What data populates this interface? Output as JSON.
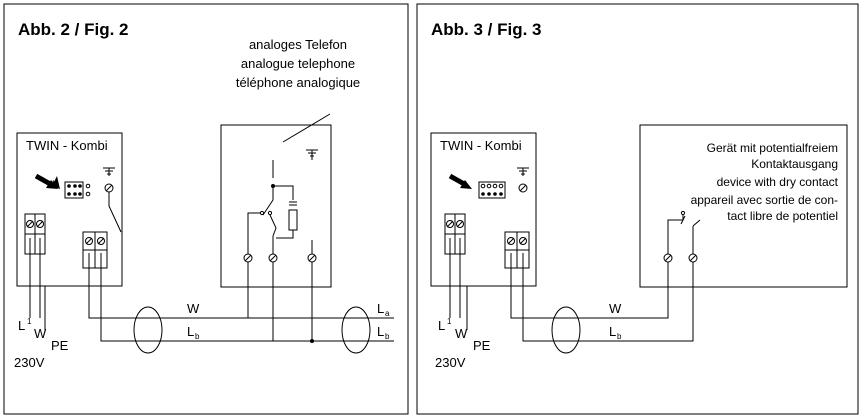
{
  "fig2": {
    "title": "Abb. 2 / Fig. 2",
    "device": "TWIN - Kombi",
    "phone_lines": [
      "analoges Telefon",
      "analogue telephone",
      "téléphone analogique"
    ],
    "label_w": "W",
    "label_lb": "L",
    "label_lb_sub": "b",
    "label_la_right": "L",
    "label_la_right_sub": "a",
    "label_lb_right": "L",
    "label_lb_right_sub": "b",
    "label_l1": "L",
    "label_l1_sub": "1",
    "label_w_supply": "W",
    "label_pe": "PE",
    "voltage": "230V"
  },
  "fig3": {
    "title": "Abb. 3 / Fig. 3",
    "device": "TWIN - Kombi",
    "device_lines": [
      "Gerät mit potentialfreiem",
      "Kontaktausgang",
      "device with dry contact",
      "appareil avec sortie de con-",
      "tact libre de potentiel"
    ],
    "label_w": "W",
    "label_lb": "L",
    "label_lb_sub": "b",
    "label_l1": "L",
    "label_l1_sub": "1",
    "label_w_supply": "W",
    "label_pe": "PE",
    "voltage": "230V"
  }
}
